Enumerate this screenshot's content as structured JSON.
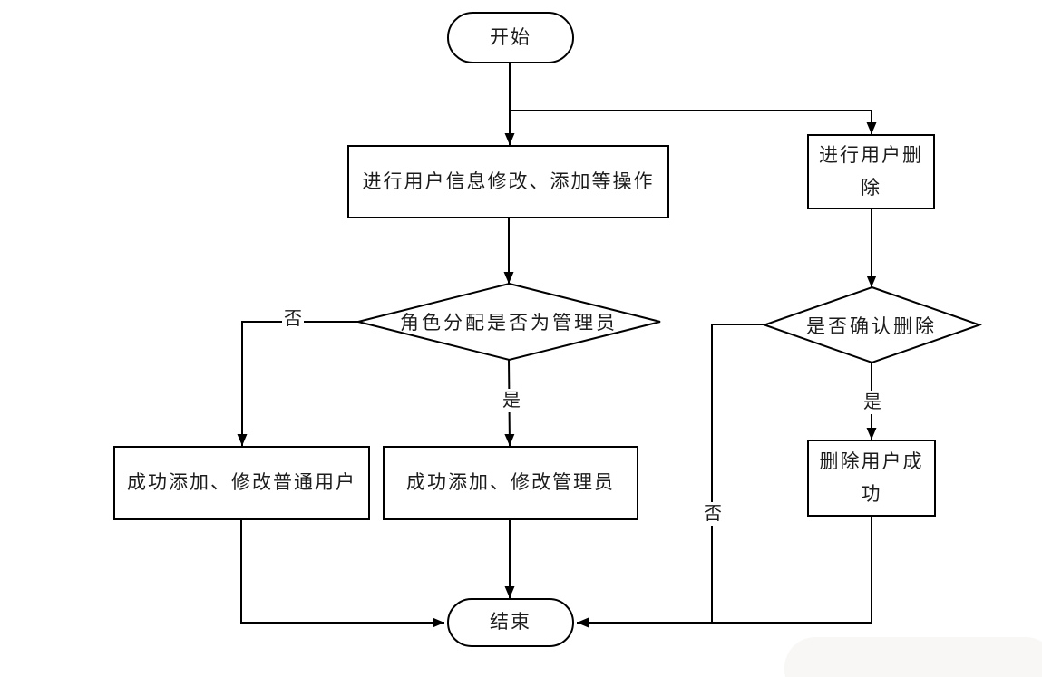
{
  "diagram": {
    "type": "flowchart",
    "language": "zh-CN",
    "colors": {
      "line": "#000000",
      "text": "#1c1c1c",
      "node_fill": "#ffffff",
      "background": "#ffffff"
    },
    "nodes": {
      "start": "开始",
      "edit_process": "进行用户信息修改、添加等操作",
      "delete_process": "进行用户删除",
      "role_decision": "角色分配是否为管理员",
      "confirm_decision": "是否确认删除",
      "result_user": "成功添加、修改普通用户",
      "result_admin": "成功添加、修改管理员",
      "result_deleted": "删除用户成功",
      "end": "结束"
    },
    "edge_labels": {
      "role_no": "否",
      "role_yes": "是",
      "confirm_yes": "是",
      "confirm_no": "否"
    },
    "flow": [
      "开始 -> 进行用户信息修改、添加等操作",
      "开始 -> 进行用户删除",
      "进行用户信息修改、添加等操作 -> 角色分配是否为管理员",
      "角色分配是否为管理员 -否-> 成功添加、修改普通用户",
      "角色分配是否为管理员 -是-> 成功添加、修改管理员",
      "进行用户删除 -> 是否确认删除",
      "是否确认删除 -是-> 删除用户成功",
      "是否确认删除 -否-> 结束",
      "成功添加、修改普通用户 -> 结束",
      "成功添加、修改管理员 -> 结束",
      "删除用户成功 -> 结束"
    ]
  }
}
